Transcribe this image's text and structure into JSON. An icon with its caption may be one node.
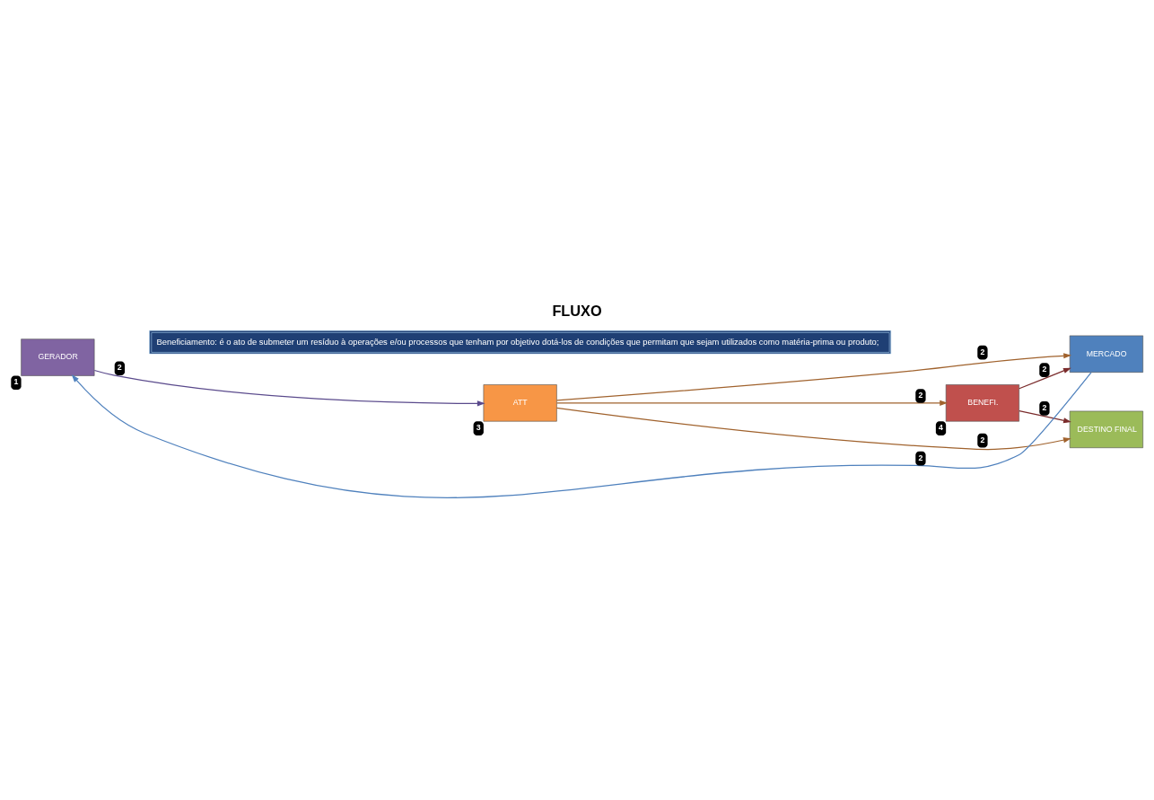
{
  "diagram": {
    "title": "FLUXO",
    "nodes": [
      {
        "text": [
          "GERADOR"
        ],
        "beside": [
          "1"
        ]
      },
      {
        "text": [
          "ATT"
        ],
        "beside": [
          "3"
        ]
      },
      {
        "text": [
          "BENEFI."
        ],
        "beside": [
          "4"
        ]
      },
      {
        "text": [
          "DESTINO FINAL"
        ]
      },
      {
        "text": [
          "MERCADO"
        ]
      }
    ],
    "edges": [
      {
        "from": 0,
        "to": 1,
        "arrow": "to",
        "label": "2",
        "color": "#5a4a8c"
      },
      {
        "from": 1,
        "to": 2,
        "arrow": "to",
        "label": "2"
      },
      {
        "from": 1,
        "to": 3,
        "arrow": "to",
        "label": "2"
      },
      {
        "from": 1,
        "to": 4,
        "arrow": "to",
        "label": "2"
      },
      {
        "from": 2,
        "to": 3,
        "arrow": "to",
        "label": "2",
        "color": "#7b2c2c"
      },
      {
        "from": 2,
        "to": 4,
        "arrow": "to",
        "label": "2",
        "color": "#7b2c2c"
      },
      {
        "from": 4,
        "to": 0,
        "arrow": "to",
        "label": "2",
        "color": "#4f81bd"
      }
    ],
    "labels": [
      "Beneficiamento: é o ato de submeter um resíduo à operações e/ou processos que tenham por objetivo dotá-los de condições que permitam que sejam utilizados como matéria-prima ou produto;"
    ]
  }
}
